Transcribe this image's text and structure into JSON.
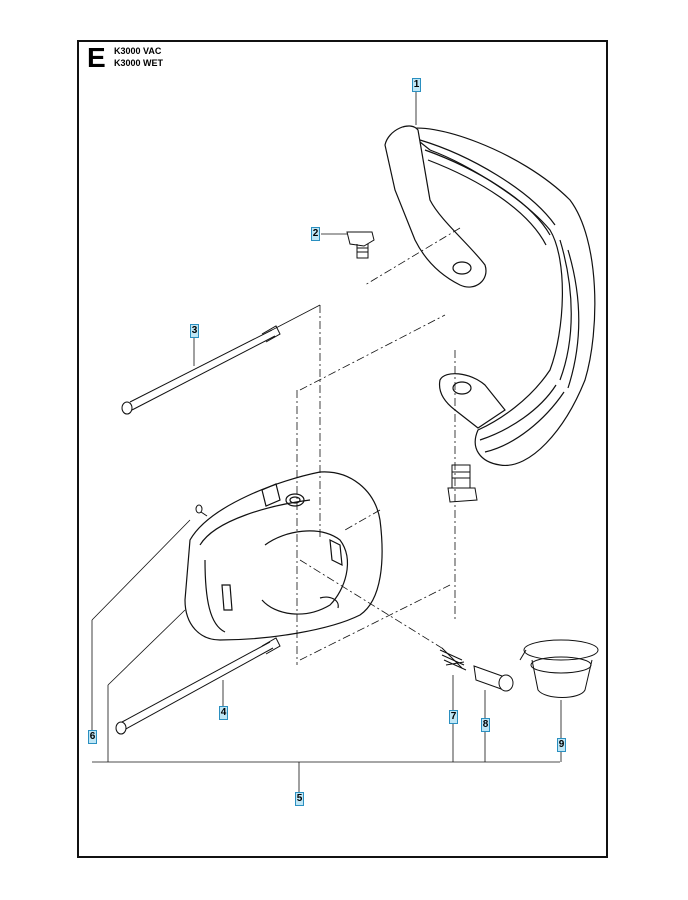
{
  "header": {
    "section_letter": "E",
    "models": [
      "K3000 VAC",
      "K3000 WET"
    ]
  },
  "callouts": [
    {
      "id": "1",
      "label": "1"
    },
    {
      "id": "2",
      "label": "2"
    },
    {
      "id": "3",
      "label": "3"
    },
    {
      "id": "4",
      "label": "4"
    },
    {
      "id": "5",
      "label": "5"
    },
    {
      "id": "6",
      "label": "6"
    },
    {
      "id": "7",
      "label": "7"
    },
    {
      "id": "8",
      "label": "8"
    },
    {
      "id": "9",
      "label": "9"
    }
  ],
  "colors": {
    "line": "#111111",
    "callout_fill": "#bfe6f5",
    "callout_border": "#2a8fc0"
  }
}
